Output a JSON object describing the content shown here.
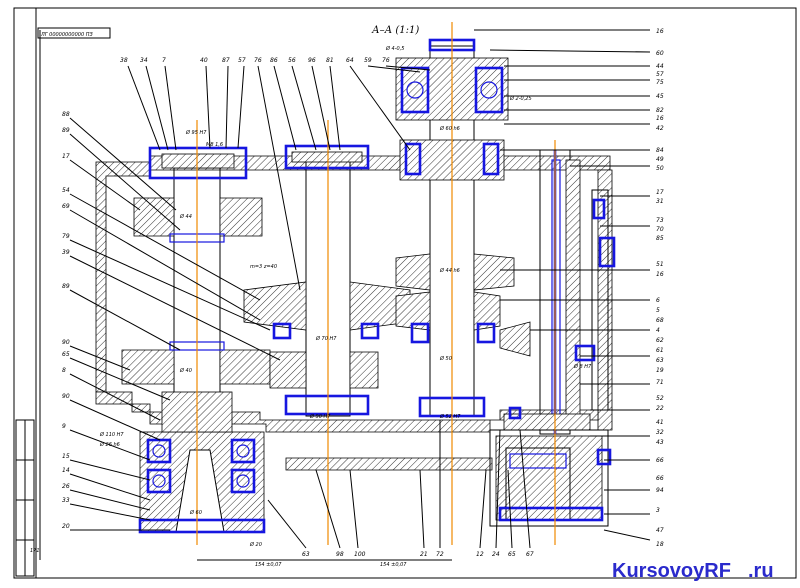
{
  "stamp": "ЛГ 00000000000 ПЗ",
  "section_title": "А–А (1:1)",
  "watermark": {
    "name": "KursovoyRF",
    "suffix": ".ru"
  },
  "top_labels": [
    "38",
    "34",
    "7",
    "40",
    "87",
    "57",
    "76",
    "86",
    "56",
    "96",
    "81",
    "64",
    "59",
    "76"
  ],
  "right_labels": [
    "16",
    "60",
    "44",
    "57",
    "75",
    "45",
    "82",
    "16",
    "42",
    "84",
    "49",
    "50",
    "17",
    "31",
    "73",
    "70",
    "85",
    "51",
    "16",
    "6",
    "5",
    "68",
    "4",
    "62",
    "61",
    "63",
    "19",
    "71",
    "52",
    "22",
    "41",
    "32",
    "43",
    "66",
    "66",
    "94",
    "3",
    "47",
    "18"
  ],
  "left_labels": [
    "88",
    "89",
    "17",
    "54",
    "69",
    "79",
    "39",
    "89",
    "90",
    "65",
    "8",
    "90",
    "9",
    "15",
    "14",
    "26",
    "33",
    "20"
  ],
  "bottom_labels": [
    "63",
    "98",
    "100",
    "21",
    "72",
    "12",
    "24",
    "65",
    "67"
  ],
  "dims": {
    "d1": "Ø 95 H7",
    "d2": "М8 1,6",
    "d3": "Ø 44",
    "d4": "Ø 40",
    "d5": "Ø 60",
    "d6": "m=3 z=40",
    "d7": "Ø 70 H7",
    "d8": "Ø 90 H7",
    "d9": "Ø 52 H7",
    "d10": "Ø 8 H7",
    "d11": "171",
    "d12": "154 ±0,07",
    "d13": "154 ±0,07",
    "d14": "Ø 110 H7",
    "d15": "Ø 26 h6",
    "d16": "Ø 4-0,5",
    "d17": "Ø 2-0,25",
    "d18": "Ø 60 h6",
    "d19": "Ø 44 h6",
    "d20": "Ø 50",
    "d21": "Ø 20"
  }
}
